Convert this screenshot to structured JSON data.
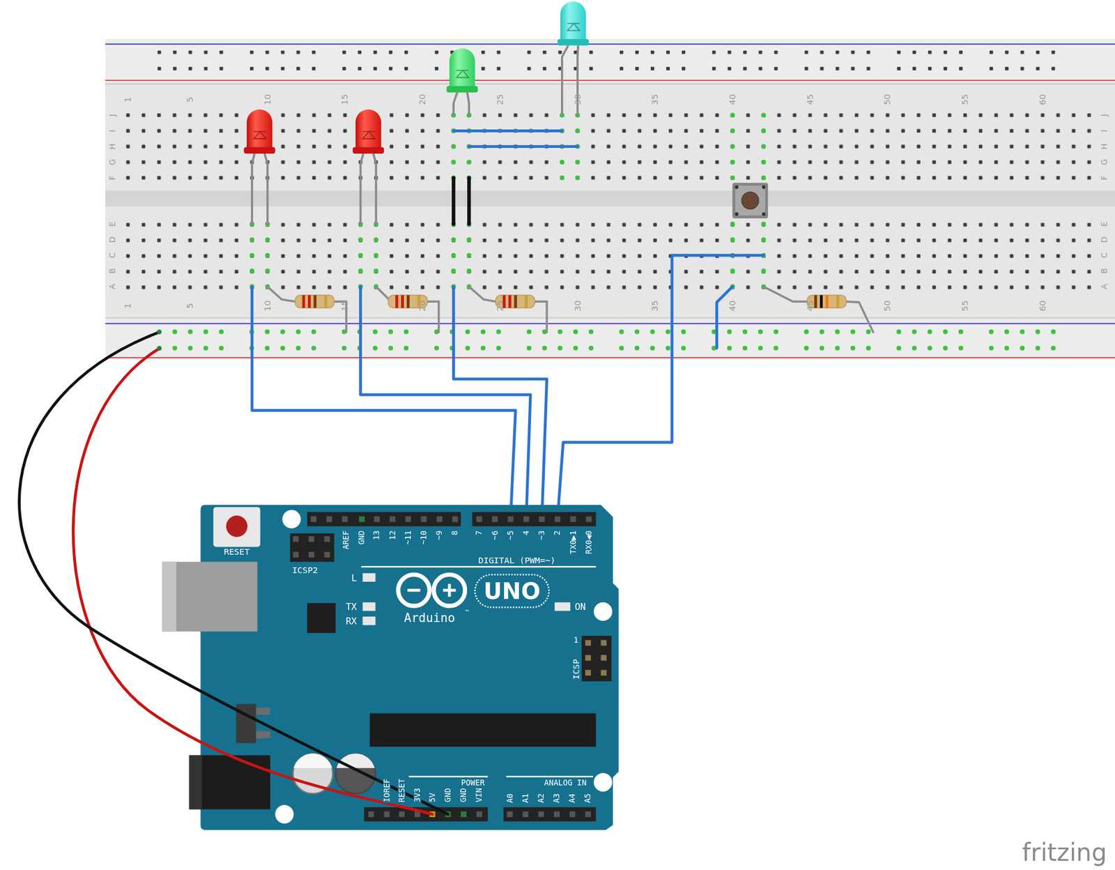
{
  "diagram": {
    "labels": [
      "1",
      "5",
      "10",
      "15",
      "20",
      "25",
      "30",
      "35",
      "40",
      "45",
      "50",
      "55",
      "60",
      "1",
      "5",
      "10",
      "15",
      "20",
      "25",
      "30",
      "35",
      "40",
      "45",
      "50",
      "55",
      "60",
      "J",
      "I",
      "H",
      "G",
      "F",
      "J",
      "I",
      "H",
      "G",
      "F",
      "E",
      "D",
      "C",
      "B",
      "A",
      "E",
      "D",
      "C",
      "B",
      "A",
      "RESET",
      "ICSP2",
      "AREF",
      "GND",
      "13",
      "12",
      "~11",
      "~10",
      "~9",
      "8",
      "7",
      "~6",
      "~5",
      "4",
      "~3",
      "2",
      "TX0▶1",
      "RX0◀0",
      "DIGITAL (PWM=~)",
      "L",
      "TX",
      "RX",
      "UNO",
      "Arduino",
      "™",
      "ON",
      "1",
      "ICSP",
      "IOREF",
      "RESET",
      "3V3",
      "5V",
      "GND",
      "GND",
      "VIN",
      "POWER",
      "ANALOG IN",
      "A0",
      "A1",
      "A2",
      "A3",
      "A4",
      "A5",
      "fritzing"
    ]
  }
}
